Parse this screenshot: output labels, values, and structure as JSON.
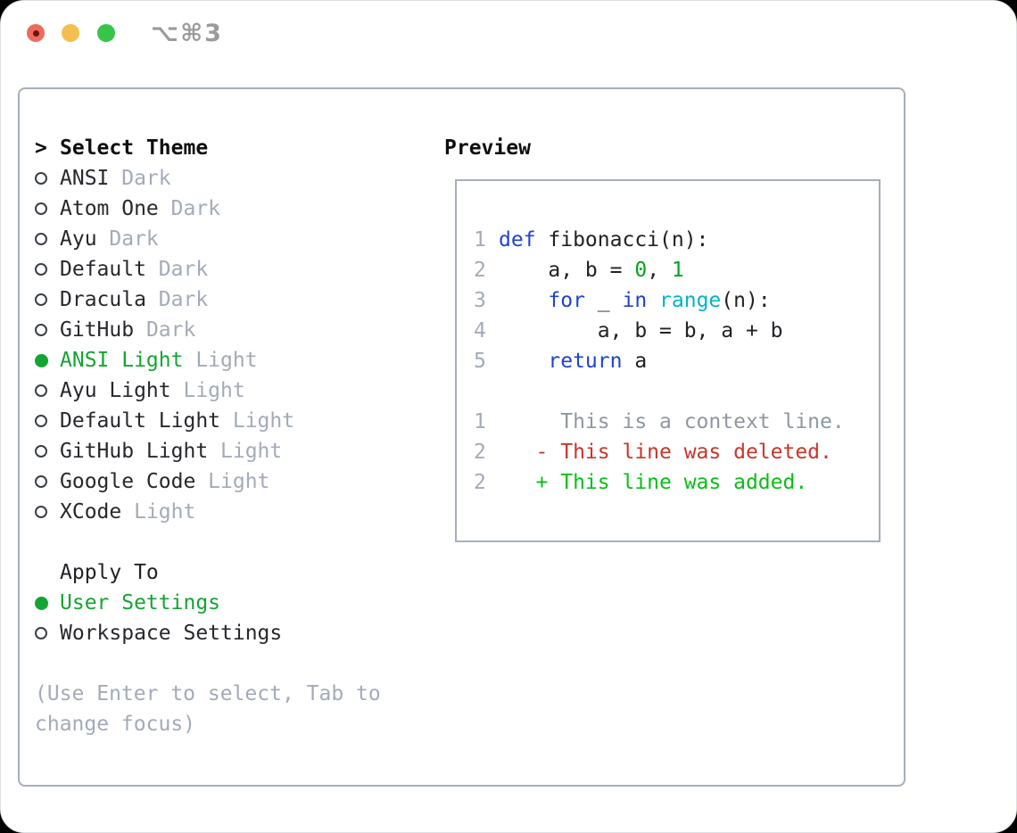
{
  "window": {
    "title_shortcut": "⌥⌘3"
  },
  "theme_panel": {
    "cursor": ">",
    "heading": "Select Theme",
    "themes": [
      {
        "label": "ANSI",
        "tag": "Dark",
        "selected": false
      },
      {
        "label": "Atom One",
        "tag": "Dark",
        "selected": false
      },
      {
        "label": "Ayu",
        "tag": "Dark",
        "selected": false
      },
      {
        "label": "Default",
        "tag": "Dark",
        "selected": false
      },
      {
        "label": "Dracula",
        "tag": "Dark",
        "selected": false
      },
      {
        "label": "GitHub",
        "tag": "Dark",
        "selected": false
      },
      {
        "label": "ANSI Light",
        "tag": "Light",
        "selected": true
      },
      {
        "label": "Ayu Light",
        "tag": "Light",
        "selected": false
      },
      {
        "label": "Default Light",
        "tag": "Light",
        "selected": false
      },
      {
        "label": "GitHub Light",
        "tag": "Light",
        "selected": false
      },
      {
        "label": "Google Code",
        "tag": "Light",
        "selected": false
      },
      {
        "label": "XCode",
        "tag": "Light",
        "selected": false
      }
    ]
  },
  "apply_panel": {
    "heading": "Apply To",
    "options": [
      {
        "label": "User Settings",
        "selected": true
      },
      {
        "label": "Workspace Settings",
        "selected": false
      }
    ]
  },
  "hint": "(Use Enter to select, Tab to\nchange focus)",
  "preview": {
    "heading": "Preview",
    "lines": [
      {
        "num": "1",
        "tokens": [
          {
            "t": "def",
            "c": "kw"
          },
          {
            "t": " fibonacci(n):",
            "c": "plain"
          }
        ]
      },
      {
        "num": "2",
        "tokens": [
          {
            "t": "    a, b = ",
            "c": "plain"
          },
          {
            "t": "0",
            "c": "num"
          },
          {
            "t": ", ",
            "c": "plain"
          },
          {
            "t": "1",
            "c": "num"
          }
        ]
      },
      {
        "num": "3",
        "tokens": [
          {
            "t": "    ",
            "c": "plain"
          },
          {
            "t": "for",
            "c": "kw"
          },
          {
            "t": " _ ",
            "c": "plain"
          },
          {
            "t": "in",
            "c": "kw"
          },
          {
            "t": " ",
            "c": "plain"
          },
          {
            "t": "range",
            "c": "fn"
          },
          {
            "t": "(n):",
            "c": "plain"
          }
        ]
      },
      {
        "num": "4",
        "tokens": [
          {
            "t": "        a, b = b, a + b",
            "c": "plain"
          }
        ]
      },
      {
        "num": "5",
        "tokens": [
          {
            "t": "    ",
            "c": "plain"
          },
          {
            "t": "return",
            "c": "kw"
          },
          {
            "t": " a",
            "c": "plain"
          }
        ]
      },
      {
        "num": "",
        "tokens": []
      },
      {
        "num": "1",
        "tokens": [
          {
            "t": "     This is a context line.",
            "c": "ctx"
          }
        ]
      },
      {
        "num": "2",
        "tokens": [
          {
            "t": "   - This line was deleted.",
            "c": "del"
          }
        ]
      },
      {
        "num": "2",
        "tokens": [
          {
            "t": "   + This line was added.",
            "c": "add"
          }
        ]
      }
    ]
  },
  "colors": {
    "accent_green": "#14a432",
    "keyword_blue": "#1e43d3",
    "function_cyan": "#00b4c8",
    "number_green": "#00a41e",
    "diff_red": "#c93528",
    "diff_added_green": "#0bbd17",
    "muted_gray": "#a3abb8",
    "context_gray": "#8f97a2",
    "border_gray": "#a7aebb",
    "traffic_red": "#ee6a5f",
    "traffic_yellow": "#f5bf4f",
    "traffic_green": "#35c649"
  }
}
